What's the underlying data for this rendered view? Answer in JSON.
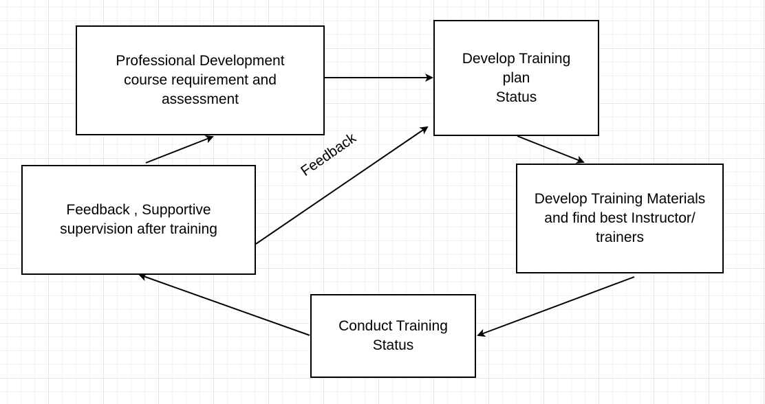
{
  "diagram": {
    "nodes": [
      {
        "id": "pd",
        "label": "Professional Development\ncourse requirement and\nassessment"
      },
      {
        "id": "plan",
        "label": "Develop Training\nplan\nStatus"
      },
      {
        "id": "mat",
        "label": "Develop Training Materials\nand find best Instructor/\ntrainers"
      },
      {
        "id": "cond",
        "label": "Conduct Training\nStatus"
      },
      {
        "id": "fb",
        "label": "Feedback , Supportive\nsupervision after training"
      }
    ],
    "edges": [
      {
        "from": "pd",
        "to": "plan",
        "label": ""
      },
      {
        "from": "plan",
        "to": "mat",
        "label": ""
      },
      {
        "from": "mat",
        "to": "cond",
        "label": ""
      },
      {
        "from": "cond",
        "to": "fb",
        "label": ""
      },
      {
        "from": "fb",
        "to": "pd",
        "label": ""
      },
      {
        "from": "fb",
        "to": "plan",
        "label": "Feedback"
      }
    ],
    "colors": {
      "line": "#000000",
      "node_fill": "#ffffff",
      "grid": "#e6e6e6"
    }
  }
}
